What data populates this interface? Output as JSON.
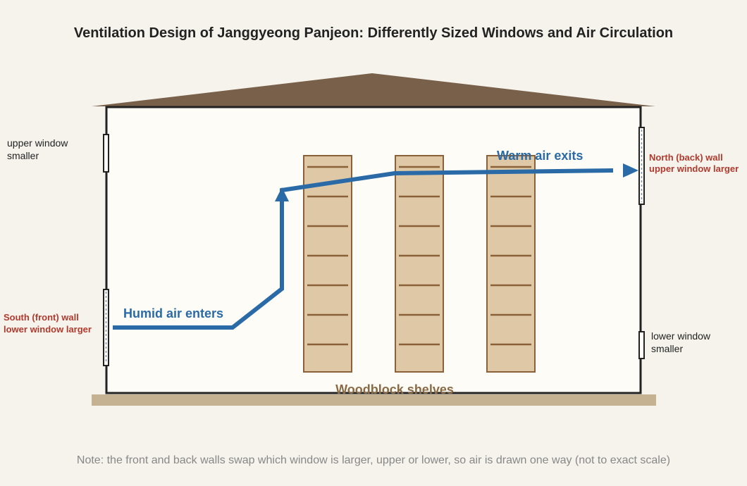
{
  "title": "Ventilation Design of Janggyeong Panjeon: Differently Sized Windows and Air Circulation",
  "south_wall": {
    "line1": "South (front) wall",
    "line2": "lower window larger",
    "upper_line1": "upper window",
    "upper_line2": "smaller"
  },
  "north_wall": {
    "line1": "North (back) wall",
    "line2": "upper window larger",
    "lower_line1": "lower window",
    "lower_line2": "smaller"
  },
  "flow": {
    "enter_label": "Humid air enters",
    "exit_label": "Warm air exits"
  },
  "shelves": {
    "label": "Woodblock shelves",
    "count": 3,
    "planks_per_shelf": 7
  },
  "note": "Note: the front and back walls swap which window is larger, upper or lower, so air is drawn one way (not to exact scale)",
  "colors": {
    "background": "#f6f3ec",
    "roof": "#78604b",
    "building_fill": "#fdfcf7",
    "wall": "#222222",
    "ground": "#c4b293",
    "shelf_fill": "#dfc8a6",
    "shelf_stroke": "#8a6138",
    "air_flow": "#2a6aa6",
    "wall_label": "#b03a2e",
    "shelf_label": "#8a6a45"
  }
}
